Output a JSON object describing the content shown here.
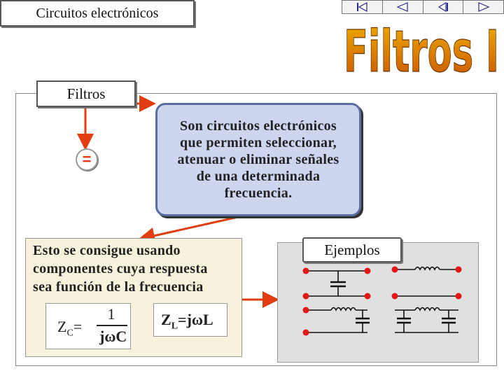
{
  "header": {
    "course_title": "Circuitos electrónicos",
    "slide_title": "Filtros I"
  },
  "nav": {
    "buttons": [
      "first-icon",
      "previous-icon",
      "back-icon",
      "next-icon"
    ]
  },
  "colors": {
    "accent": "#e23c11",
    "title_gradient_top": "#e8a200",
    "title_gradient_bottom": "#c55a00",
    "definition_bg": "#cdd5ef",
    "explanation_bg": "#f6f2dc",
    "examples_bg": "#e0e0e0"
  },
  "main": {
    "tab_label": "Filtros",
    "eq_button": "=",
    "definition": [
      "Son circuitos electrónicos",
      "que permiten seleccionar,",
      "atenuar o eliminar señales",
      "de una determinada",
      "frecuencia."
    ],
    "explanation": [
      "Esto se consigue usando",
      "componentes cuya respuesta",
      "sea función de la frecuencia"
    ],
    "formula_c": {
      "lhs_main": "Z",
      "lhs_sub": "C",
      "equals": "=",
      "numerator": "1",
      "denominator": "jωC"
    },
    "formula_l": {
      "lhs_main": "Z",
      "lhs_sub": "L",
      "rhs": "=jωL"
    },
    "examples_label": "Ejemplos"
  }
}
